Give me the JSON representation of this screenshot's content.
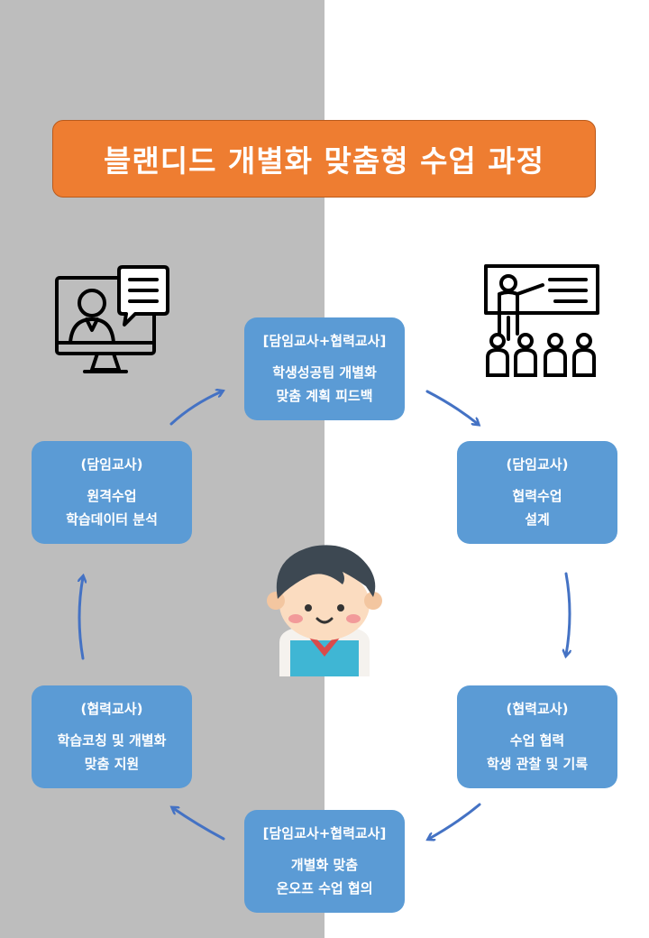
{
  "title": "블랜디드 개별화 맞춤형 수업 과정",
  "nodes": {
    "top": {
      "role": "[담임교사+협력교사]",
      "lines": [
        "학생성공팀 개별화",
        "맞춤 계획 피드백"
      ]
    },
    "right_top": {
      "role": "(담임교사)",
      "lines": [
        "협력수업",
        "설계"
      ]
    },
    "right_bottom": {
      "role": "(협력교사)",
      "lines": [
        "수업 협력",
        "학생 관찰 및 기록"
      ]
    },
    "bottom": {
      "role": "[담임교사+협력교사]",
      "lines": [
        "개별화 맞춤",
        "온오프 수업 협의"
      ]
    },
    "left_bottom": {
      "role": "(협력교사)",
      "lines": [
        "학습코칭 및 개별화",
        "맞춤 지원"
      ]
    },
    "left_top": {
      "role": "(담임교사)",
      "lines": [
        "원격수업",
        "학습데이터 분석"
      ]
    }
  },
  "colors": {
    "title_bg": "#ee7d31",
    "node_bg": "#5b9bd5",
    "arrow": "#4472c4",
    "left_bg": "#bdbdbd"
  },
  "icons": {
    "top_left": "online-teacher-monitor-icon",
    "top_right": "classroom-presentation-icon",
    "center": "student-boy-icon"
  }
}
